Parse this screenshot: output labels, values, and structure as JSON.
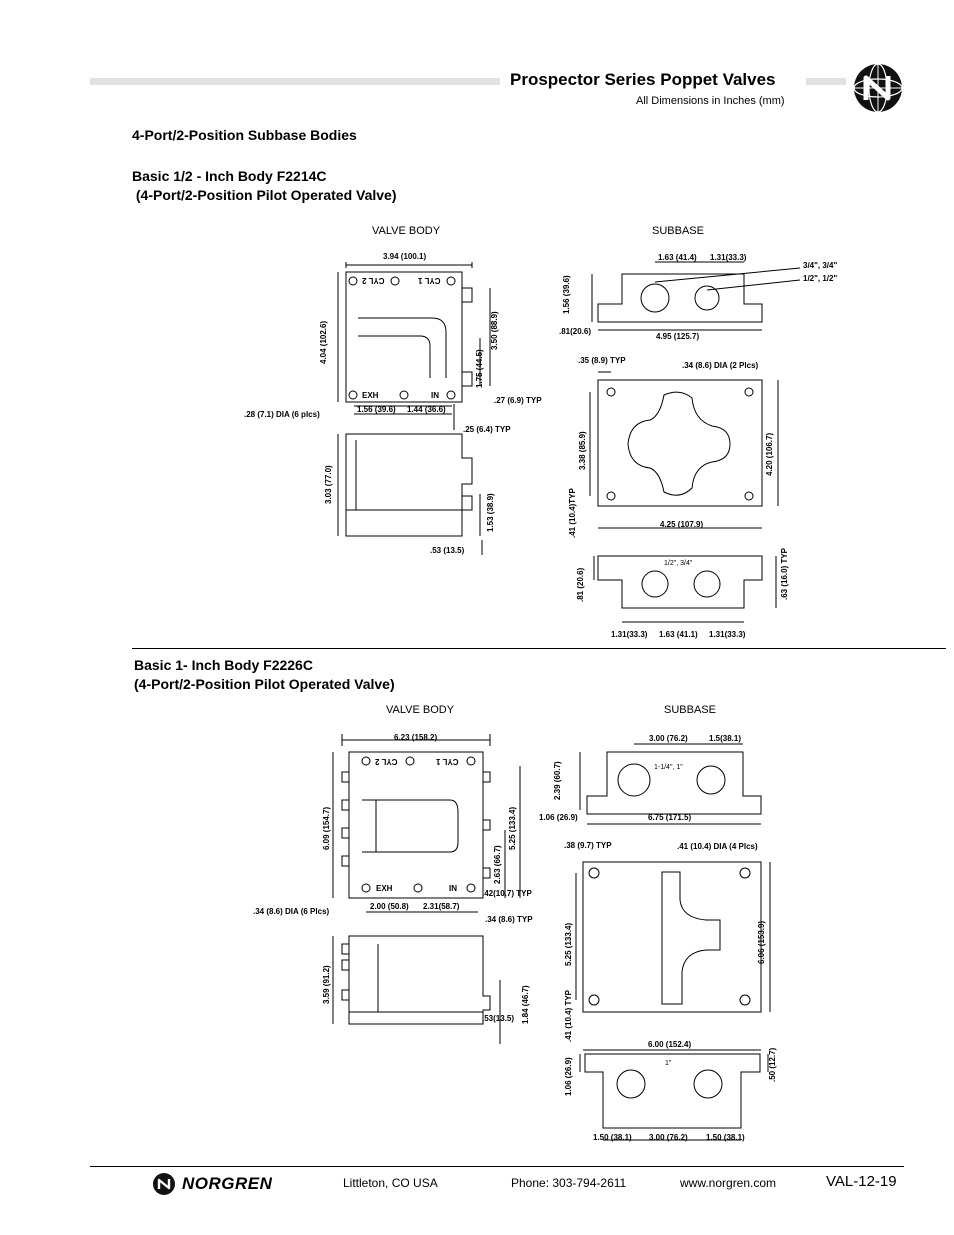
{
  "header": {
    "title": "Prospector Series Poppet Valves",
    "subtitle": "All Dimensions in Inches (mm)"
  },
  "section_title": "4-Port/2-Position Subbase Bodies",
  "body_half": {
    "title_line1": "Basic 1/2 - Inch Body  F2214C",
    "title_line2": " (4-Port/2-Position Pilot Operated Valve)",
    "valve_label": "VALVE BODY",
    "subbase_label": "SUBBASE",
    "dims": {
      "width": "3.94 (100.1)",
      "height": "4.04 (102.6)",
      "h350": "3.50 (88.9)",
      "h175": "1.75 (44.5)",
      "cyl2": "CYL 2",
      "cyl1": "CYL 1",
      "exh": "EXH",
      "in": "IN",
      "d156": "1.56 (39.6)",
      "d144": "1.44 (36.6)",
      "d27": ".27 (6.9) TYP",
      "d25": ".25 (6.4) TYP",
      "holes": ".28 (7.1) DIA (6 plcs)",
      "h303": "3.03 (77.0)",
      "h153": "1.53 (38.9)",
      "d53": ".53 (13.5)",
      "s163": "1.63 (41.4)",
      "s131": "1.31(33.3)",
      "ports_a": "3/4\", 3/4\"",
      "ports_b": "1/2\", 1/2\"",
      "s156": "1.56 (39.6)",
      "s81": ".81(20.6)",
      "s495": "4.95 (125.7)",
      "s35": ".35 (8.9) TYP",
      "s34": ".34 (8.6) DIA (2 Plcs)",
      "s338": "3.38 (85.9)",
      "s420": "4.20 (106.7)",
      "s41": ".41 (10.4)TYP",
      "s425": "4.25 (107.9)",
      "s81b": ".81 (20.6)",
      "s63": ".63 (16.0) TYP",
      "ports_c": "1/2\", 3/4\"",
      "b131a": "1.31(33.3)",
      "b163": "1.63 (41.1)",
      "b131b": "1.31(33.3)"
    }
  },
  "body_one": {
    "title_line1": "Basic 1- Inch Body  F2226C",
    "title_line2": "(4-Port/2-Position Pilot Operated Valve)",
    "valve_label": "VALVE BODY",
    "subbase_label": "SUBBASE",
    "dims": {
      "width": "6.23 (158.2)",
      "height": "6.09 (154.7)",
      "h525": "5.25 (133.4)",
      "h263": "2.63 (66.7)",
      "cyl2": "CYL 2",
      "cyl1": "CYL 1",
      "exh": "EXH",
      "in": "IN",
      "d200": "2.00 (50.8)",
      "d231": "2.31(58.7)",
      "d42": ".42(10.7) TYP",
      "d34": ".34 (8.6) TYP",
      "holes": ".34 (8.6) DIA (6 Plcs)",
      "h359": "3.59 (91.2)",
      "h184": "1.84 (46.7)",
      "d53": ".53(13.5)",
      "s300": "3.00 (76.2)",
      "s15": "1.5(38.1)",
      "ports_a": "1-1/4\", 1\"",
      "s239": "2.39 (60.7)",
      "s106": "1.06 (26.9)",
      "s675": "6.75 (171.5)",
      "s38": ".38 (9.7) TYP",
      "s41": ".41 (10.4) DIA (4 Plcs)",
      "s525": "5.25 (133.4)",
      "s606": "6.06 (153.9)",
      "s41typ": ".41 (10.4) TYP",
      "s600": "6.00 (152.4)",
      "s106b": "1.06 (26.9)",
      "s50": ".50 (12.7)",
      "ports_b": "1\"",
      "b150a": "1.50 (38.1)",
      "b300": "3.00 (76.2)",
      "b150b": "1.50 (38.1)"
    }
  },
  "footer": {
    "brand": "NORGREN",
    "location": "Littleton,  CO  USA",
    "phone": "Phone: 303-794-2611",
    "web": "www.norgren.com",
    "page": "VAL-12-19"
  }
}
